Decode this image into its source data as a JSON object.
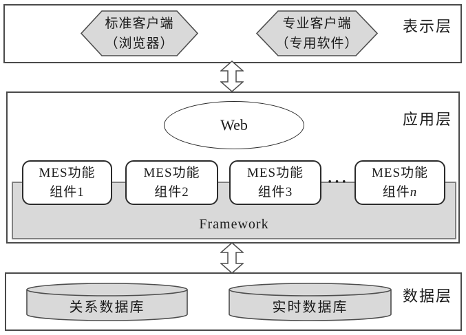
{
  "colors": {
    "shape_fill": "#d9d9d9",
    "layer_border": "#4a4a4a",
    "shape_border": "#4d4d4d",
    "box_border": "#2b2b2b",
    "framework_border": "#808080",
    "text": "#1a1a1a"
  },
  "layers": {
    "presentation": {
      "label": "表示层"
    },
    "application": {
      "label": "应用层"
    },
    "data": {
      "label": "数据层"
    }
  },
  "presentation": {
    "clients": [
      {
        "line1": "标准客户端",
        "line2": "（浏览器）"
      },
      {
        "line1": "专业客户端",
        "line2": "（专用软件）"
      }
    ]
  },
  "application": {
    "web_label": "Web",
    "framework_label": "Framework",
    "ellipsis": "···",
    "components": [
      {
        "line1": "MES功能",
        "line2_prefix": "组件",
        "line2_suffix": "1"
      },
      {
        "line1": "MES功能",
        "line2_prefix": "组件",
        "line2_suffix": "2"
      },
      {
        "line1": "MES功能",
        "line2_prefix": "组件",
        "line2_suffix": "3"
      },
      {
        "line1": "MES功能",
        "line2_prefix": "组件",
        "line2_suffix": "n"
      }
    ]
  },
  "data_layer": {
    "databases": [
      {
        "label": "关系数据库"
      },
      {
        "label": "实时数据库"
      }
    ]
  }
}
